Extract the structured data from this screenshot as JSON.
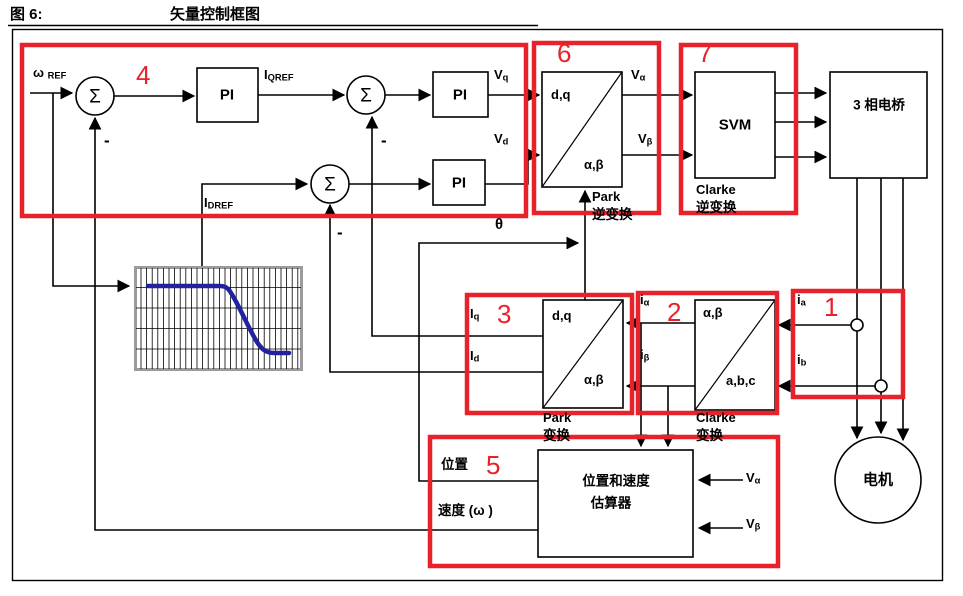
{
  "title": {
    "figure": "图 6:",
    "caption": "矢量控制框图"
  },
  "region_markers": {
    "m1": "1",
    "m2": "2",
    "m3": "3",
    "m4": "4",
    "m5": "5",
    "m6": "6",
    "m7": "7"
  },
  "junctions": {
    "sigma": "Σ",
    "minus": "-"
  },
  "signals": {
    "omega_ref": {
      "base": "ω",
      "sub": "REF"
    },
    "iqref": {
      "base": "I",
      "sub": "QREF"
    },
    "idref": {
      "base": "I",
      "sub": "DREF"
    },
    "vq": {
      "base": "V",
      "sub": "q"
    },
    "vd": {
      "base": "V",
      "sub": "d"
    },
    "valpha": {
      "base": "V",
      "sub": "α"
    },
    "vbeta": {
      "base": "V",
      "sub": "β"
    },
    "iq": {
      "base": "I",
      "sub": "q"
    },
    "id": {
      "base": "I",
      "sub": "d"
    },
    "ialpha": {
      "base": "i",
      "sub": "α"
    },
    "ibeta": {
      "base": "i",
      "sub": "β"
    },
    "ia": {
      "base": "i",
      "sub": "a"
    },
    "ib": {
      "base": "i",
      "sub": "b"
    },
    "theta": "θ",
    "position": "位置",
    "speed": "速度 (ω )"
  },
  "blocks": {
    "pi": "PI",
    "svm": "SVM",
    "bridge": "3 相电桥",
    "motor": "电机",
    "estimator_line1": "位置和速度",
    "estimator_line2": "估算器",
    "park_inverse": {
      "top_left": "d,q",
      "bottom_right": "α,β",
      "caption_line1": "Park",
      "caption_line2": "逆变换"
    },
    "park": {
      "top_left": "d,q",
      "bottom_right": "α,β",
      "caption_line1": "Park",
      "caption_line2": "变换"
    },
    "clarke": {
      "top_left": "α,β",
      "bottom_right": "a,b,c",
      "caption_line1": "Clarke",
      "caption_line2": "变换"
    },
    "clarke_inverse_caption": {
      "line1": "Clarke",
      "line2": "逆变换"
    }
  },
  "colors": {
    "highlight_red": "#e8222a",
    "curve_blue": "#22229e",
    "grid_border_gray": "#9b9b9b"
  }
}
